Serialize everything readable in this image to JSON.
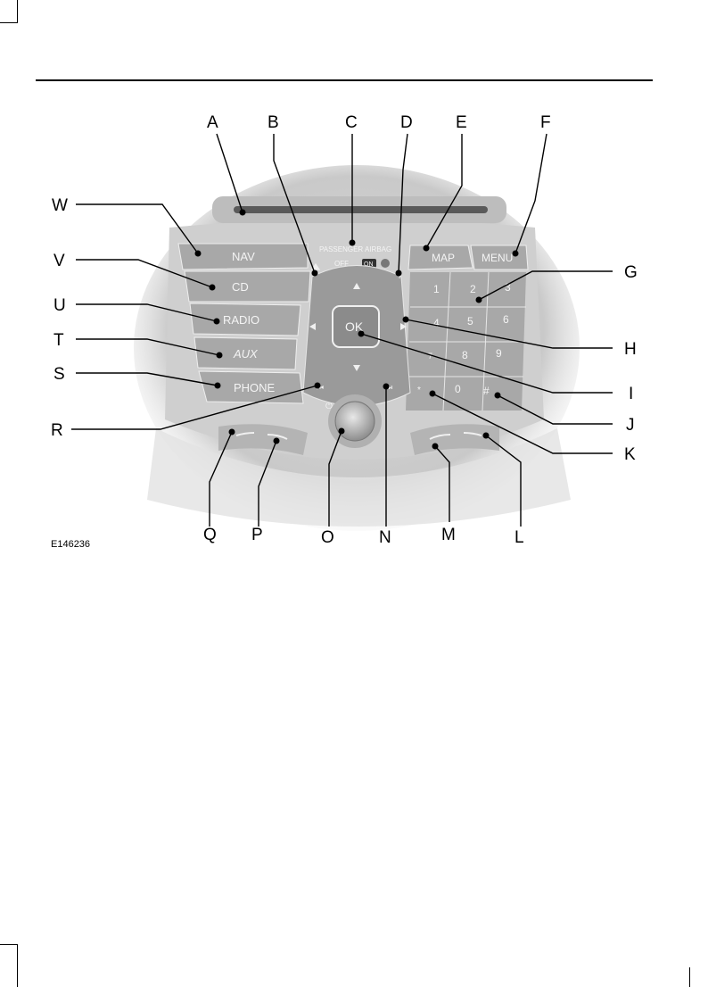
{
  "figure_ref": "E146236",
  "panel": {
    "nav": "NAV",
    "menu": "MENU",
    "map": "MAP",
    "cd": "CD",
    "radio": "RADIO",
    "aux": "AUX",
    "phone": "PHONE",
    "ok": "OK",
    "airbag_label": "PASSENGER AIRBAG",
    "airbag_off": "OFF",
    "airbag_on": "ON",
    "keypad": [
      "1",
      "2",
      "3",
      "4",
      "5",
      "6",
      "7",
      "8",
      "9",
      "*",
      "0",
      "#"
    ]
  },
  "callouts": [
    "A",
    "B",
    "C",
    "D",
    "E",
    "F",
    "G",
    "H",
    "I",
    "J",
    "K",
    "L",
    "M",
    "N",
    "O",
    "P",
    "Q",
    "R",
    "S",
    "T",
    "U",
    "V",
    "W"
  ]
}
